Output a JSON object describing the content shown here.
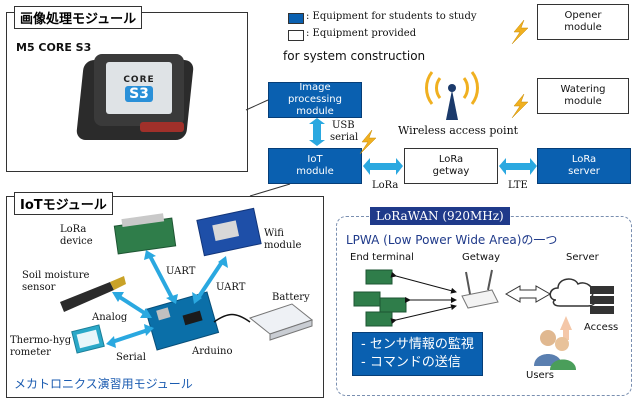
{
  "image_panel": {
    "tag": "画像処理モジュール",
    "device_name": "M5 CORE S3",
    "device_label_top": "CORE",
    "device_label_bottom": "S3"
  },
  "legend": {
    "students": ": Equipment for students to study",
    "provided": ": Equipment provided",
    "construction": "for system construction"
  },
  "nodes": {
    "image_processing": "Image processing module",
    "iot": "IoT module",
    "lora_gw": "LoRa getway",
    "lora_server": "LoRa server",
    "opener": "Opener module",
    "watering": "Watering module"
  },
  "links": {
    "usb": "USB",
    "serial": "serial",
    "lora": "LoRa",
    "lte": "LTE",
    "wap": "Wireless access point"
  },
  "iot_panel": {
    "tag": "IoTモジュール",
    "lora_device": "LoRa device",
    "soil_sensor": "Soil moisture sensor",
    "thermo": "Thermo-hygrometer",
    "wifi_module": "Wifi module",
    "battery": "Battery",
    "arduino": "Arduino",
    "uart1": "UART",
    "uart2": "UART",
    "analog": "Analog",
    "serial": "Serial",
    "footer": "メカトロニクス演習用モジュール"
  },
  "lorawan": {
    "banner": "LoRaWAN (920MHz)",
    "subtitle": "LPWA (Low Power Wide Area)の一つ",
    "end_terminal": "End terminal",
    "getway": "Getway",
    "server": "Server",
    "access": "Access",
    "users": "Users",
    "note_line1": "- センサ情報の監視",
    "note_line2": "- コマンドの送信"
  },
  "colors": {
    "module_blue": "#0a60b0",
    "arrow_blue": "#2aa8e0",
    "banner_navy": "#1f3a8a"
  }
}
